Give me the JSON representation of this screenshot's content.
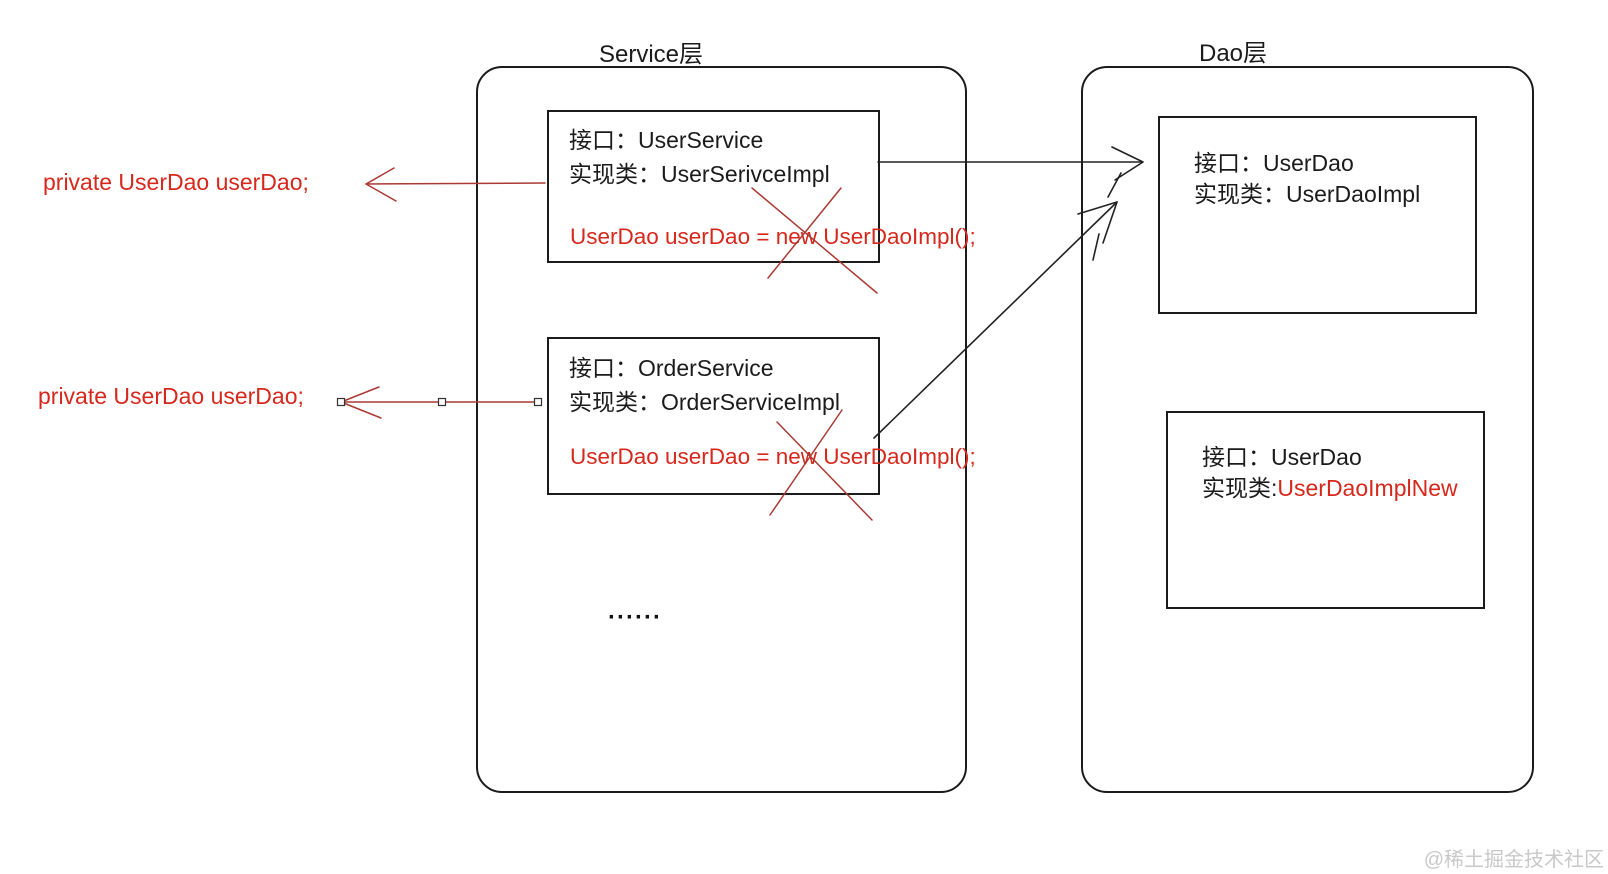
{
  "service_layer": {
    "title": "Service层",
    "ellipsis": "······",
    "boxes": [
      {
        "interface_label": "接口：",
        "interface_name": "UserService",
        "impl_label": "实现类：",
        "impl_name": "UserSerivceImpl",
        "code": "UserDao userDao = new UserDaoImpl();"
      },
      {
        "interface_label": "接口：",
        "interface_name": "OrderService",
        "impl_label": "实现类：",
        "impl_name": "OrderServiceImpl",
        "code": "UserDao userDao = new UserDaoImpl();"
      }
    ]
  },
  "dao_layer": {
    "title": "Dao层",
    "boxes": [
      {
        "interface_label": "接口：",
        "interface_name": "UserDao",
        "impl_label": "实现类：",
        "impl_name": "UserDaoImpl"
      },
      {
        "interface_label": "接口：",
        "interface_name": "UserDao",
        "impl_label": "实现类:",
        "impl_name": "UserDaoImplNew"
      }
    ]
  },
  "annotations": [
    {
      "text": "private UserDao userDao;"
    },
    {
      "text": "private UserDao userDao;"
    }
  ],
  "watermark": "@稀土掘金技术社区",
  "colors": {
    "ink": "#1b1b1b",
    "red_text": "#d7281d",
    "red_stroke": "#aa3a33",
    "watermark_gray": "#c9c9c9"
  }
}
